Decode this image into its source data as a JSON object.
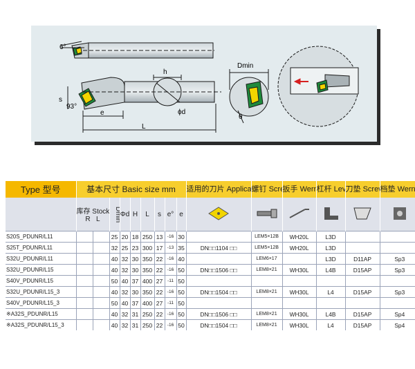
{
  "drawing": {
    "angle_top": "6°",
    "angle_side": "93°",
    "label_s": "s",
    "label_h": "h",
    "label_e": "e",
    "label_L": "L",
    "label_phid": "ϕd",
    "label_Dmin": "Dmin",
    "label_theta": "θ"
  },
  "table": {
    "headers": {
      "type": "Type 型号",
      "basic": "基本尺寸 Basic size  mm",
      "inserts": "适用的刀片 Applicable inserts",
      "screw": "螺钉 Screw",
      "wrench": "扳手 Wernch",
      "lever": "杠杆 Lever",
      "shim": "刀垫 Screw",
      "shim2": "档垫 Wernch"
    },
    "subheaders": {
      "stock": "库存 Stock",
      "R": "R",
      "L": "L",
      "Dmin": "Dmin",
      "phid": "Φd",
      "H": "H",
      "Lcol": "L",
      "s": "s",
      "e": "e°",
      "e2": "e"
    },
    "rows": [
      {
        "type": "S20S_PDUNR/L11",
        "Dmin": "25",
        "phid": "20",
        "H": "18",
        "L": "250",
        "s": "13",
        "e1": "-16",
        "e": "30",
        "insert": "",
        "screw": "LEM5×12B",
        "wrench": "WH20L",
        "lever": "L3D",
        "shim": "",
        "shim2": ""
      },
      {
        "type": "S25T_PDUNR/L11",
        "Dmin": "32",
        "phid": "25",
        "H": "23",
        "L": "300",
        "s": "17",
        "e1": "-13",
        "e": "35",
        "insert": "DN□□1104 □□",
        "screw": "LEM5×12B",
        "wrench": "WH20L",
        "lever": "L3D",
        "shim": "",
        "shim2": ""
      },
      {
        "type": "S32U_PDUNR/L11",
        "Dmin": "40",
        "phid": "32",
        "H": "30",
        "L": "350",
        "s": "22",
        "e1": "-16",
        "e": "40",
        "insert": "",
        "screw": "LEM6×17",
        "wrench": "",
        "lever": "L3D",
        "shim": "D11AP",
        "shim2": "Sp3"
      },
      {
        "type": "S32U_PDUNR/L15",
        "Dmin": "40",
        "phid": "32",
        "H": "30",
        "L": "350",
        "s": "22",
        "e1": "-16",
        "e": "50",
        "insert": "DN□□1506 □□",
        "screw": "LEM8×21",
        "wrench": "WH30L",
        "lever": "L4B",
        "shim": "D15AP",
        "shim2": "Sp3"
      },
      {
        "type": "S40V_PDUNR/L15",
        "Dmin": "50",
        "phid": "40",
        "H": "37",
        "L": "400",
        "s": "27",
        "e1": "-11",
        "e": "50",
        "insert": "",
        "screw": "",
        "wrench": "",
        "lever": "",
        "shim": "",
        "shim2": ""
      },
      {
        "type": "S32U_PDUNR/L15_3",
        "Dmin": "40",
        "phid": "32",
        "H": "30",
        "L": "350",
        "s": "22",
        "e1": "-16",
        "e": "50",
        "insert": "DN□□1504 □□",
        "screw": "LEM8×21",
        "wrench": "WH30L",
        "lever": "L4",
        "shim": "D15AP",
        "shim2": "Sp3"
      },
      {
        "type": "S40V_PDUNR/L15_3",
        "Dmin": "50",
        "phid": "40",
        "H": "37",
        "L": "400",
        "s": "27",
        "e1": "-11",
        "e": "50",
        "insert": "",
        "screw": "",
        "wrench": "",
        "lever": "",
        "shim": "",
        "shim2": ""
      },
      {
        "type": "※A32S_PDUNR/L15",
        "Dmin": "40",
        "phid": "32",
        "H": "31",
        "L": "250",
        "s": "22",
        "e1": "-16",
        "e": "50",
        "insert": "DN□□1506 □□",
        "screw": "LEM8×21",
        "wrench": "WH30L",
        "lever": "L4B",
        "shim": "D15AP",
        "shim2": "Sp4"
      },
      {
        "type": "※A32S_PDUNR/L15_3",
        "Dmin": "40",
        "phid": "32",
        "H": "31",
        "L": "250",
        "s": "22",
        "e1": "-16",
        "e": "50",
        "insert": "DN□□1504 □□",
        "screw": "LEM8×21",
        "wrench": "WH30L",
        "lever": "L4",
        "shim": "D15AP",
        "shim2": "Sp4"
      }
    ]
  }
}
